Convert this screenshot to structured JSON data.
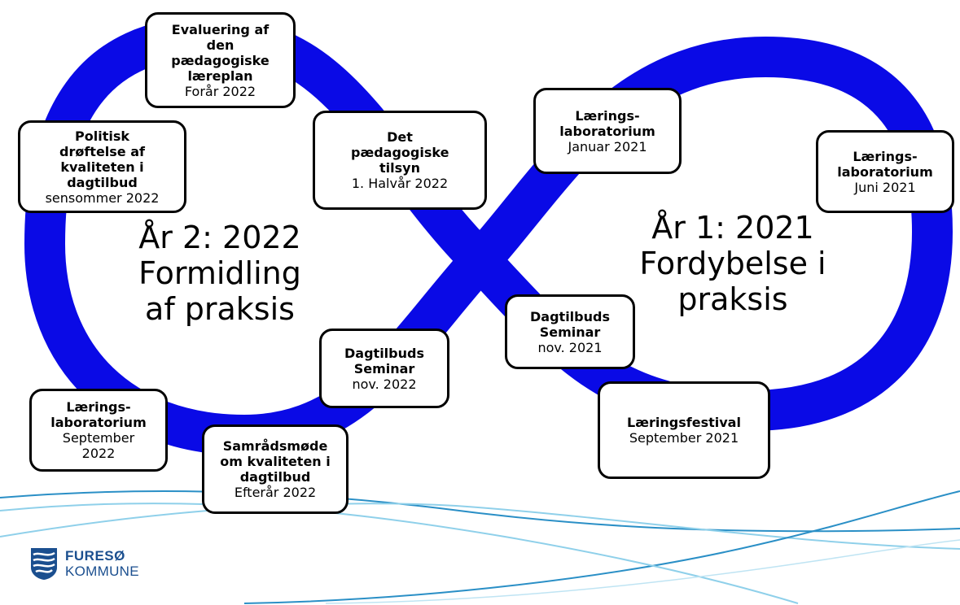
{
  "boxes": {
    "evaluering": {
      "title": "Evaluering af den pædagogiske læreplan",
      "sub": "Forår 2022"
    },
    "politisk": {
      "title": "Politisk drøftelse af kvaliteten i dagtilbud",
      "sub": "sensommer 2022"
    },
    "tilsyn": {
      "title": "Det pædagogiske tilsyn",
      "sub": "1. Halvår 2022"
    },
    "lab_jan": {
      "title": "Lærings-laboratorium",
      "sub": "Januar 2021"
    },
    "lab_jun": {
      "title": "Lærings-laboratorium",
      "sub": "Juni 2021"
    },
    "seminar_2021": {
      "title": "Dagtilbuds Seminar",
      "sub": "nov. 2021"
    },
    "seminar_2022": {
      "title": "Dagtilbuds Seminar",
      "sub": "nov. 2022"
    },
    "festival": {
      "title": "Læringsfestival",
      "sub": "September 2021"
    },
    "lab_sep": {
      "title": "Lærings-laboratorium",
      "sub": "September 2022"
    },
    "samraad": {
      "title": "Samrådsmøde om kvaliteten i dagtilbud",
      "sub": "Efterår 2022"
    }
  },
  "year2": {
    "line1": "År 2: 2022",
    "line2": "Formidling",
    "line3": "af praksis"
  },
  "year1": {
    "line1": "År 1: 2021",
    "line2": "Fordybelse i",
    "line3": "praksis"
  },
  "logo": {
    "name_line1": "FURESØ",
    "name_line2": "KOMMUNE",
    "icon": "furesoe-wave-logo-icon"
  },
  "colors": {
    "loop": "#0a0ae6",
    "wave_dark": "#2a8fc6",
    "wave_light": "#8fd0ea",
    "logo_blue": "#1b4f8f"
  }
}
